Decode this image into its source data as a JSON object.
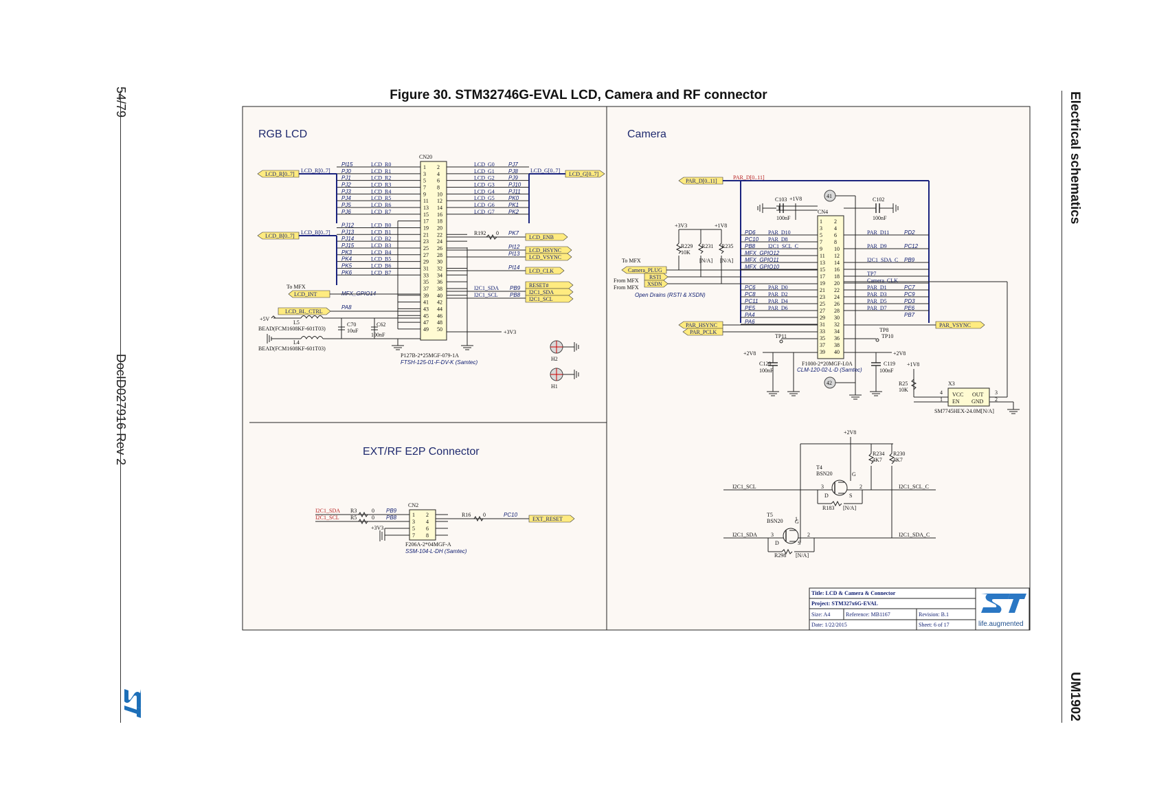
{
  "margin": {
    "page_number": "54/79",
    "doc_id": "DocID027916 Rev 2",
    "section": "Electrical schematics",
    "doc_code": "UM1902"
  },
  "figure_title": "Figure 30. STM32746G-EVAL LCD, Camera and RF connector",
  "sections": {
    "rgb_lcd": "RGB LCD",
    "camera": "Camera",
    "ext_rf": "EXT/RF E2P Connector"
  },
  "lcd": {
    "connector": "CN20",
    "bus_r": "LCD_R[0..7]",
    "bus_g": "LCD_G[0..7]",
    "bus_b": "LCD_B[0..7]",
    "net_r": "LCD_R[0..7]",
    "net_g": "LCD_G[0..7]",
    "net_b": "LCD_B[0..7]",
    "r_ports": [
      "PI15",
      "PJ0",
      "PJ1",
      "PJ2",
      "PJ3",
      "PJ4",
      "PJ5",
      "PJ6"
    ],
    "r_nets": [
      "LCD_R0",
      "LCD_R1",
      "LCD_R2",
      "LCD_R3",
      "LCD_R4",
      "LCD_R5",
      "LCD_R6",
      "LCD_R7"
    ],
    "g_nets": [
      "LCD_G0",
      "LCD_G1",
      "LCD_G2",
      "LCD_G3",
      "LCD_G4",
      "LCD_G5",
      "LCD_G6",
      "LCD_G7"
    ],
    "g_ports": [
      "PJ7",
      "PJ8",
      "PJ9",
      "PJ10",
      "PJ11",
      "PK0",
      "PK1",
      "PK2"
    ],
    "b_ports": [
      "PJ12",
      "PJ13",
      "PJ14",
      "PJ15",
      "PK3",
      "PK4",
      "PK5",
      "PK6"
    ],
    "b_nets": [
      "LCD_B0",
      "LCD_B1",
      "LCD_B2",
      "LCD_B3",
      "LCD_B4",
      "LCD_B5",
      "LCD_B6",
      "LCD_B7"
    ],
    "pins_left": [
      "1",
      "3",
      "5",
      "7",
      "9",
      "11",
      "13",
      "15",
      "17",
      "19",
      "21",
      "23",
      "25",
      "27",
      "29",
      "31",
      "33",
      "35",
      "37",
      "39",
      "41",
      "43",
      "45",
      "47",
      "49"
    ],
    "pins_right": [
      "2",
      "4",
      "6",
      "8",
      "10",
      "12",
      "14",
      "16",
      "18",
      "20",
      "22",
      "24",
      "26",
      "28",
      "30",
      "32",
      "34",
      "36",
      "38",
      "40",
      "42",
      "44",
      "46",
      "48",
      "50"
    ],
    "r192": "R192",
    "r192_val": "0",
    "pk7": "PK7",
    "lcd_enb": "LCD_ENB",
    "pi12": "PI12",
    "pi13": "PI13",
    "lcd_hsync": "LCD_HSYNC",
    "lcd_vsync": "LCD_VSYNC",
    "pi14": "PI14",
    "lcd_clk": "LCD_CLK",
    "reset": "RESET#",
    "i2c1_sda": "I2C1_SDA",
    "i2c1_scl": "I2C1_SCL",
    "pb9": "PB9",
    "pb8": "PB8",
    "to_mfx": "To MFX",
    "lcd_int": "LCD_INT",
    "mfx_gpio14": "MFX_GPIO14",
    "lcd_bl_ctrl": "LCD_BL_CTRL",
    "pa8": "PA8",
    "plus5v": "+5V",
    "l5": "L5",
    "l4": "L4",
    "bead": "BEAD(FCM1608KF-601T03)",
    "c70": "C70",
    "c70_val": "10uF",
    "c62": "C62",
    "c62_val": "100nF",
    "plus3v3": "+3V3",
    "part1": "P127B-2*25MGF-079-1A",
    "part2": "FTSH-125-01-F-DV-K (Samtec)",
    "h2": "H2",
    "h1": "H1"
  },
  "camera": {
    "connector": "CN4",
    "par_bus": "PAR_D[0..11]",
    "par_bus_net": "PAR_D[0..11]",
    "c103": "C103",
    "c103_val": "100nF",
    "c102": "C102",
    "c102_val": "100nF",
    "plus1v8": "+1V8",
    "plus3v3": "+3V3",
    "r229": "R229",
    "r229_val": "10K",
    "r231": "R231",
    "r231_val": "[N/A]",
    "r235": "R235",
    "r235_val": "[N/A]",
    "to_mfx": "To MFX",
    "camera_plug": "Camera_PLUG",
    "rsti": "RSTI",
    "xsdn": "XSDN",
    "from_mfx": "From MFX",
    "open_drains": "Open Drains (RSTI & XSDN)",
    "left_ports": [
      "PD6",
      "PC10",
      "PB8",
      "MFX_GPIO12",
      "MFX_GPIO11",
      "MFX_GPIO10"
    ],
    "left_nets": [
      "PAR_D10",
      "PAR_D8",
      "I2C1_SCL_C",
      "",
      "",
      ""
    ],
    "left_ports2": [
      "PC6",
      "PC8",
      "PC11",
      "PE5",
      "PA4",
      "PA6"
    ],
    "left_nets2": [
      "PAR_D0",
      "PAR_D2",
      "PAR_D4",
      "PAR_D6",
      "",
      ""
    ],
    "right_nets": [
      "PAR_D11",
      "PAR_D9",
      "I2C1_SDA_C",
      "",
      "TP7",
      "Camera_CLK"
    ],
    "right_ports": [
      "PD2",
      "PC12",
      "PB9"
    ],
    "right_nets2": [
      "PAR_D1",
      "PAR_D3",
      "PAR_D5",
      "PAR_D7"
    ],
    "right_ports2": [
      "PC7",
      "PC9",
      "PD3",
      "PE6",
      "PB7"
    ],
    "pins_left": [
      "1",
      "3",
      "5",
      "7",
      "9",
      "11",
      "13",
      "15",
      "17",
      "19",
      "21",
      "23",
      "25",
      "27",
      "29",
      "31",
      "33",
      "35",
      "37",
      "39"
    ],
    "pins_right": [
      "2",
      "4",
      "6",
      "8",
      "10",
      "12",
      "14",
      "16",
      "18",
      "20",
      "22",
      "24",
      "26",
      "28",
      "30",
      "32",
      "34",
      "36",
      "38",
      "40"
    ],
    "par_hsync": "PAR_HSYNC",
    "par_pclk": "PAR_PCLK",
    "par_vsync": "PAR_VSYNC",
    "tp11": "TP11",
    "tp8": "TP8",
    "tp10": "TP10",
    "plus2v8": "+2V8",
    "c120": "C120",
    "c120_val": "100nF",
    "c119": "C119",
    "c119_val": "100nF",
    "part1": "F1000-2*20MGF-L0A",
    "part2": "CLM-120-02-L-D (Samtec)",
    "m41": "41",
    "m42": "42",
    "x3": "X3",
    "r25": "R25",
    "r25_val": "10K",
    "osc_vcc": "VCC",
    "osc_out": "OUT",
    "osc_en": "EN",
    "osc_gnd": "GND",
    "osc_part": "SM7745HEX-24.0M[N/A]",
    "p4": "4",
    "p3": "3",
    "p1": "1",
    "p2": "2"
  },
  "level_shift": {
    "plus2v8": "+2V8",
    "r234": "R234",
    "r230": "R230",
    "r_val": "4K7",
    "t4": "T4",
    "t5": "T5",
    "bsn20": "BSN20",
    "i2c1_scl": "I2C1_SCL",
    "i2c1_scl_c": "I2C1_SCL_C",
    "i2c1_sda": "I2C1_SDA",
    "i2c1_sda_c": "I2C1_SDA_C",
    "r183": "R183",
    "r298": "R298",
    "na": "[N/A]",
    "g": "G",
    "d": "D",
    "s": "S",
    "n3": "3",
    "n2": "2",
    "n1": "1"
  },
  "ext": {
    "i2c1_sda": "I2C1_SDA",
    "i2c1_scl": "I2C1_SCL",
    "r3": "R3",
    "r5": "R5",
    "zero": "0",
    "pb9": "PB9",
    "pb8": "PB8",
    "plus3v3": "+3V3",
    "connector": "CN2",
    "pins": [
      "1",
      "2",
      "3",
      "4",
      "5",
      "6",
      "7",
      "8"
    ],
    "r16": "R16",
    "pc10": "PC10",
    "ext_reset": "EXT_RESET",
    "part1": "F206A-2*04MGF-A",
    "part2": "SSM-104-L-DH (Samtec)"
  },
  "title_block": {
    "title": "Title:  LCD & Camera & Connector",
    "project": "Project:  STM327x6G-EVAL",
    "size": "Size:  A4",
    "reference": "Reference:  MB1167",
    "revision": "Revision:  B.1",
    "date": "Date:  1/22/2015",
    "sheet": "Sheet:  6    of  17",
    "tagline": "life.augmented"
  }
}
